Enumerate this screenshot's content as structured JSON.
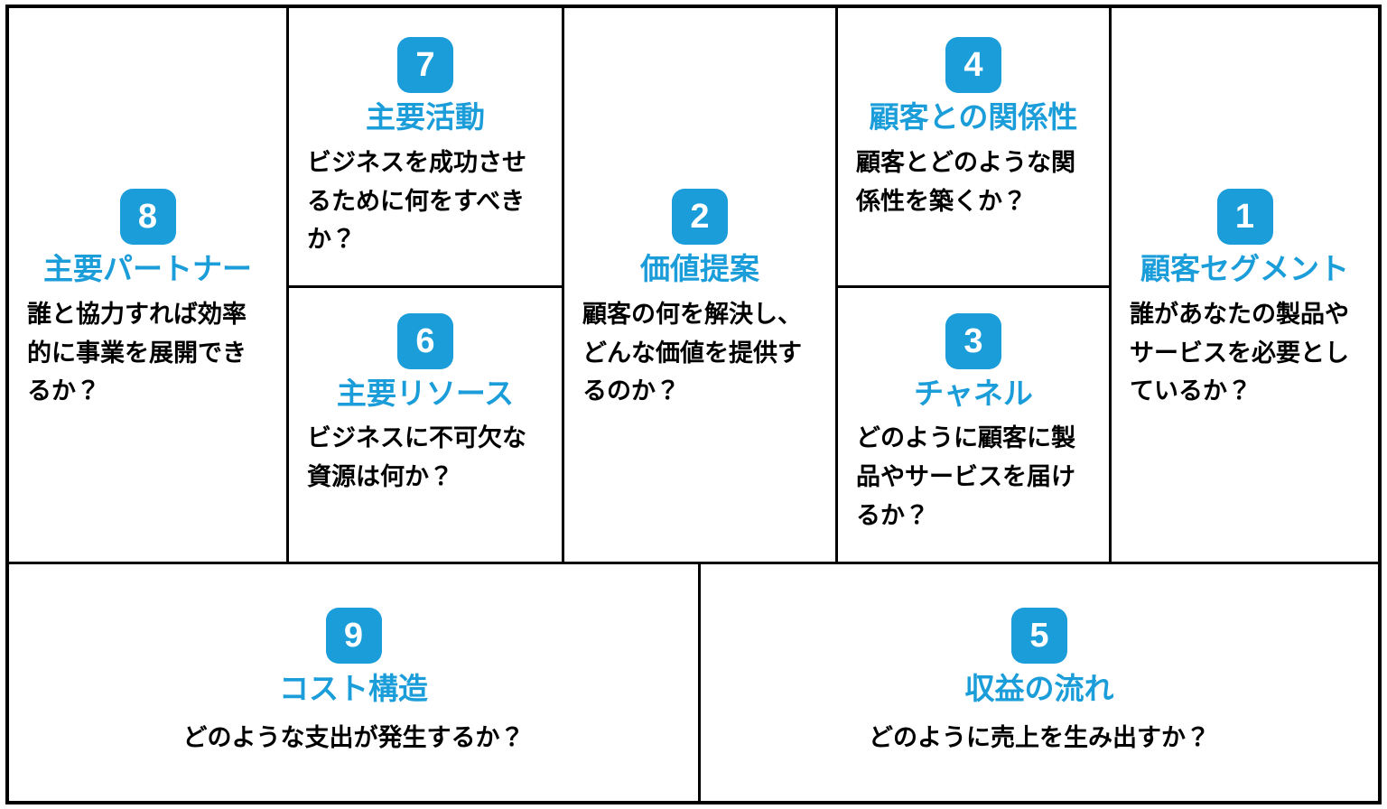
{
  "diagram": {
    "name": "ビジネスモデルキャンバス",
    "accent_color": "#1b9dd9",
    "text_color": "#000000",
    "border_color": "#000000",
    "background_color": "#ffffff"
  },
  "cells": {
    "key_partners": {
      "number": "8",
      "title": "主要パートナー",
      "body": "誰と協力すれば効率的に事業を展開できるか？"
    },
    "key_activities": {
      "number": "7",
      "title": "主要活動",
      "body": "ビジネスを成功させるために何をすべきか？"
    },
    "key_resources": {
      "number": "6",
      "title": "主要リソース",
      "body": "ビジネスに不可欠な資源は何か？"
    },
    "value_proposition": {
      "number": "2",
      "title": "価値提案",
      "body": "顧客の何を解決し、どんな価値を提供するのか？"
    },
    "customer_relationships": {
      "number": "4",
      "title": "顧客との関係性",
      "body": "顧客とどのような関係性を築くか？"
    },
    "channels": {
      "number": "3",
      "title": "チャネル",
      "body": "どのように顧客に製品やサービスを届けるか？"
    },
    "customer_segments": {
      "number": "1",
      "title": "顧客セグメント",
      "body": "誰があなたの製品やサービスを必要としているか？"
    },
    "cost_structure": {
      "number": "9",
      "title": "コスト構造",
      "body": "どのような支出が発生するか？"
    },
    "revenue_streams": {
      "number": "5",
      "title": "収益の流れ",
      "body": "どのように売上を生み出すか？"
    }
  }
}
